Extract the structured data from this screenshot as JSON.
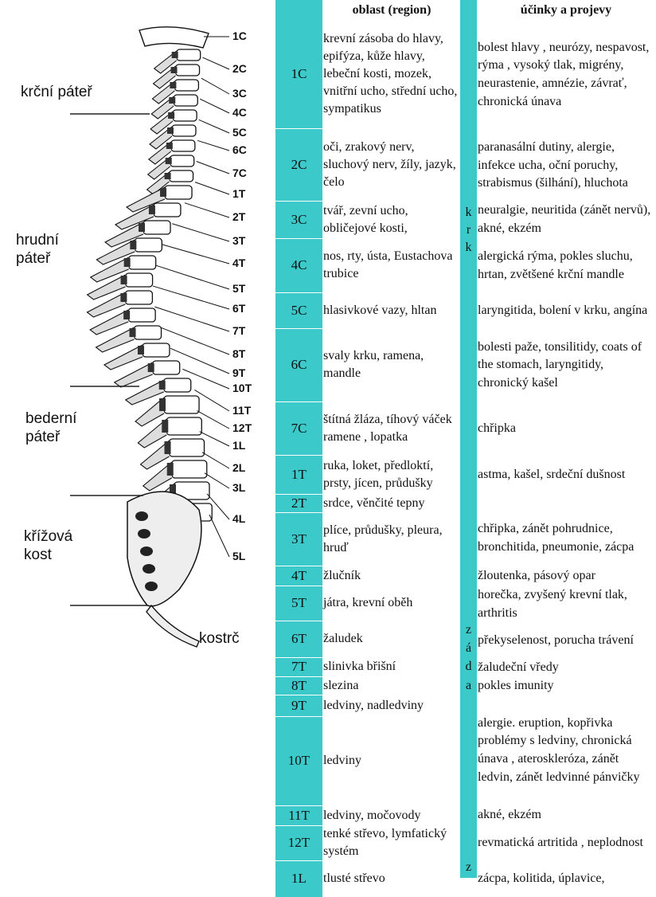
{
  "colors": {
    "accent": "#3cc9c9"
  },
  "spine": {
    "section_labels": [
      {
        "id": "cervical",
        "text": "krční páteř"
      },
      {
        "id": "thoracic",
        "text": "hrudní\npáteř"
      },
      {
        "id": "lumbar",
        "text": "bederní\npáteř"
      },
      {
        "id": "sacrum",
        "text": "křížová\nkost"
      },
      {
        "id": "coccyx",
        "text": "kostrč"
      }
    ],
    "vertebra_labels": [
      "1C",
      "2C",
      "3C",
      "4C",
      "5C",
      "6C",
      "7C",
      "1T",
      "2T",
      "3T",
      "4T",
      "5T",
      "6T",
      "7T",
      "8T",
      "9T",
      "10T",
      "11T",
      "12T",
      "1L",
      "2L",
      "3L",
      "4L",
      "5L"
    ]
  },
  "table": {
    "header_region": "oblast (region)",
    "header_effects": "účinky a projevy",
    "side_letters": [
      {
        "text": "k",
        "group": "krk"
      },
      {
        "text": "r",
        "group": "krk"
      },
      {
        "text": "k",
        "group": "krk"
      },
      {
        "text": "z",
        "group": "zada"
      },
      {
        "text": "á",
        "group": "zada"
      },
      {
        "text": "d",
        "group": "zada"
      },
      {
        "text": "a",
        "group": "zada"
      },
      {
        "text": "z",
        "group": "last"
      }
    ],
    "rows": [
      {
        "code": "1C",
        "region": "krevní zásoba do hlavy, epifýza, kůže hlavy, lebeční kosti, mozek, vnitřní ucho, střední ucho, sympatikus"
      },
      {
        "code": "2C",
        "region": "oči, zrakový nerv, sluchový nerv, žíly, jazyk, čelo"
      },
      {
        "code": "3C",
        "region": "tvář, zevní ucho, obličejové kosti,"
      },
      {
        "code": "4C",
        "region": "nos, rty, ústa, Eustachova trubice"
      },
      {
        "code": "5C",
        "region": "hlasivkové vazy, hltan"
      },
      {
        "code": "6C",
        "region": "svaly krku, ramena, mandle"
      },
      {
        "code": "7C",
        "region": "štítná žláza, tíhový váček ramene , lopatka"
      },
      {
        "code": "1T",
        "region": "ruka, loket, předloktí, prsty, jícen, průdušky"
      },
      {
        "code": "2T",
        "region": "srdce, věnčité tepny"
      },
      {
        "code": "3T",
        "region": "plíce, průdušky, pleura, hruď"
      },
      {
        "code": "4T",
        "region": "žlučník"
      },
      {
        "code": "5T",
        "region": "játra, krevní oběh"
      },
      {
        "code": "6T",
        "region": "žaludek"
      },
      {
        "code": "7T",
        "region": "slinivka břišní"
      },
      {
        "code": "8T",
        "region": "slezina"
      },
      {
        "code": "9T",
        "region": "ledviny, nadledviny"
      },
      {
        "code": "10T",
        "region": "ledviny"
      },
      {
        "code": "11T",
        "region": "ledviny, močovody"
      },
      {
        "code": "12T",
        "region": "tenké střevo, lymfatický systém"
      },
      {
        "code": "1L",
        "region": "tlusté střevo"
      }
    ],
    "effects": [
      "bolest hlavy , neurózy, nespavost, rýma , vysoký tlak, migrény, neurastenie, amnézie, závrať, chronická únava",
      "paranasální dutiny, alergie, infekce ucha, oční poruchy, strabismus (šilhání), hluchota",
      "neuralgie, neuritida (zánět nervů), akné, ekzém",
      "alergická rýma, pokles sluchu, hrtan, zvětšené krční mandle",
      "laryngitida, bolení v krku, angína",
      "bolesti paže, tonsilitidy, coats of the stomach, laryngitidy, chronický kašel",
      "chřipka",
      "astma, kašel, srdeční dušnost",
      "chřipka, zánět pohrudnice, bronchitida, pneumonie, zácpa",
      "žloutenka, pásový opar",
      "horečka, zvyšený krevní tlak, arthritis",
      "překyselenost, porucha trávení",
      "žaludeční vředy",
      "pokles imunity",
      "alergie. eruption, kopřivka problémy s ledviny, chronická únava , ateroskleróza, zánět ledvin, zánět ledvinné pánvičky",
      "akné, ekzém",
      "revmatická artritida , neplodnost",
      "zácpa, kolitida, úplavice,"
    ]
  }
}
